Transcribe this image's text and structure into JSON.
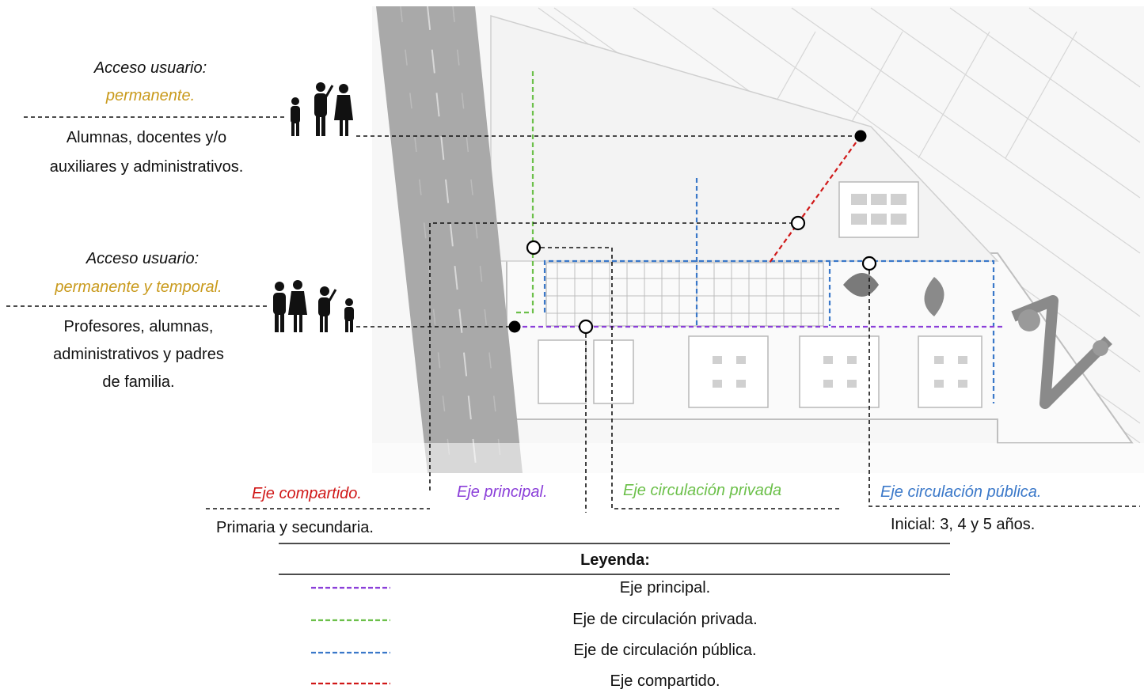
{
  "colors": {
    "principal": "#8b3fd9",
    "privada": "#6cc04a",
    "publica": "#3a78c9",
    "compartido": "#d01818",
    "access_highlight": "#c99a1c",
    "road": "#a9a9a9",
    "plan_lines": "#c8c8c8"
  },
  "access_top": {
    "label": "Acceso usuario:",
    "type": "permanente.",
    "users_line1": "Alumnas, docentes y/o",
    "users_line2": "auxiliares y administrativos.",
    "icon": "people-silhouettes-icon"
  },
  "access_middle": {
    "label": "Acceso usuario:",
    "type": "permanente y temporal.",
    "users_line1": "Profesores, alumnas,",
    "users_line2": "administrativos y padres",
    "users_line3": "de familia.",
    "icon": "family-silhouettes-icon"
  },
  "bottom_labels": {
    "compartido": "Eje compartido.",
    "principal": "Eje principal.",
    "privada": "Eje circulación privada",
    "publica": "Eje circulación pública.",
    "primaria": "Primaria y secundaria.",
    "inicial": "Inicial: 3, 4 y 5 años."
  },
  "legend": {
    "title": "Leyenda:",
    "items": [
      {
        "key": "principal",
        "label": "Eje principal."
      },
      {
        "key": "privada",
        "label": "Eje de circulación privada."
      },
      {
        "key": "publica",
        "label": "Eje de circulación pública."
      },
      {
        "key": "compartido",
        "label": "Eje compartido."
      }
    ]
  }
}
